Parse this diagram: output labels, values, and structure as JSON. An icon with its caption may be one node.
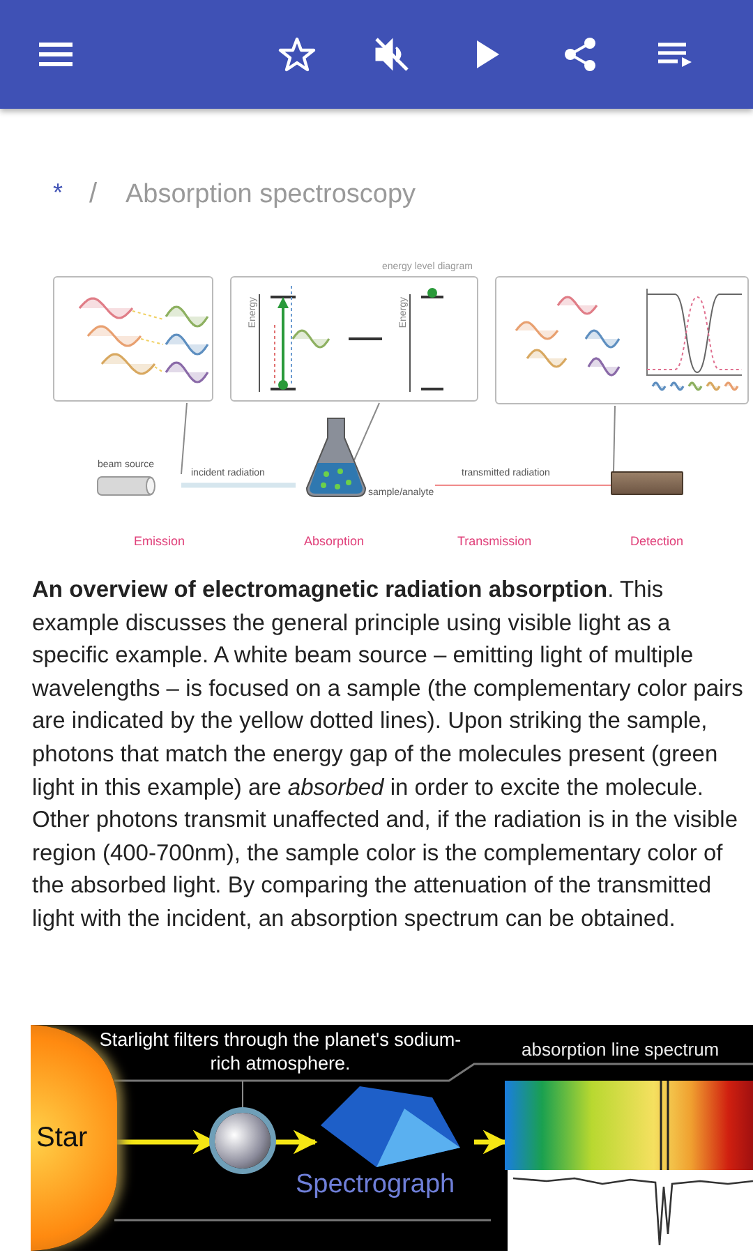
{
  "diagram": {
    "nodes": [
      {
        "text": [],
        "shape": "picture"
      },
      {
        "text": [
          "Energy",
          "Energy"
        ],
        "beside": [
          "energy level diagram"
        ]
      },
      {
        "text": [],
        "shape": "picture"
      },
      {
        "text": [
          "beam source"
        ]
      },
      {
        "text": [
          "sample/analyte"
        ]
      },
      {
        "text": [],
        "shape": "bar"
      },
      {
        "text": [
          "Star"
        ]
      },
      {
        "text": [
          "Starlight filters through the planet's sodium-rich atmosphere."
        ]
      },
      {
        "text": [],
        "shape": "circle"
      },
      {
        "text": [
          "Spectrograph"
        ]
      },
      {
        "text": [
          "absorption line spectrum"
        ]
      }
    ],
    "edges": [
      {
        "from": 0,
        "to": 3,
        "arrow": "none"
      },
      {
        "from": 1,
        "to": 4,
        "arrow": "none"
      },
      {
        "from": 2,
        "to": 5,
        "arrow": "none"
      },
      {
        "from": 3,
        "to": 4,
        "arrow": "none",
        "label": "incident radiation",
        "style": "thick",
        "color": "#d6e6ee"
      },
      {
        "from": 4,
        "to": 5,
        "arrow": "none",
        "label": "transmitted radiation",
        "color": "#f08a8a"
      },
      {
        "from": 7,
        "to": 8,
        "arrow": "none"
      },
      {
        "from": 6,
        "to": 8,
        "arrow": "to",
        "style": "thick",
        "color": "#f5e614"
      },
      {
        "from": 8,
        "to": 9,
        "arrow": "to",
        "style": "thick",
        "color": "#f5e614"
      },
      {
        "from": 9,
        "to": 10,
        "arrow": "to",
        "style": "thick",
        "color": "#f5e614"
      }
    ],
    "labels": [
      "*",
      "/",
      "Absorption spectroscopy",
      "Emission",
      "Absorption",
      "Transmission",
      "Detection",
      "**An overview of electromagnetic radiation absorption**. This example discusses the general principle using visible light as a specific example. A white beam source – emitting light of multiple wavelengths – is focused on a sample (the complementary color pairs are indicated by the yellow dotted lines). Upon striking the sample, photons that match the energy gap of the molecules present (green light in this example) are *absorbed* in order to excite the molecule. Other photons transmit unaffected and, if the radiation is in the visible region (400-700nm), the sample color is the complementary color of the absorbed light. By comparing the attenuation of the transmitted light with the incident, an absorption spectrum can be obtained."
    ]
  }
}
